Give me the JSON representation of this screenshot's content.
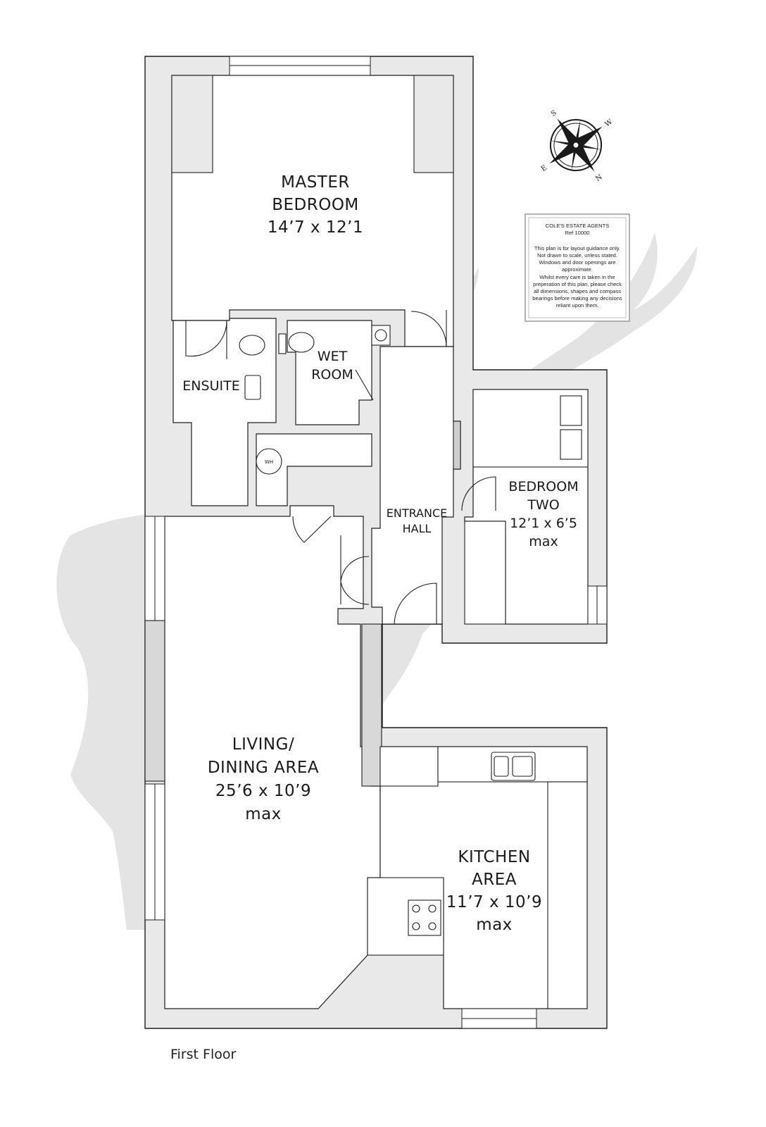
{
  "rooms": {
    "master_bedroom": {
      "line1": "MASTER",
      "line2": "BEDROOM",
      "size": "14’7 x 12’1"
    },
    "ensuite": {
      "name": "ENSUITE"
    },
    "wet_room": {
      "line1": "WET",
      "line2": "ROOM"
    },
    "entrance_hall": {
      "line1": "ENTRANCE",
      "line2": "HALL"
    },
    "bedroom_two": {
      "line1": "BEDROOM",
      "line2": "TWO",
      "size": "12’1 x 6’5",
      "note": "max"
    },
    "living_dining": {
      "line1": "LIVING/",
      "line2": "DINING AREA",
      "size": "25’6 x 10’9",
      "note": "max"
    },
    "kitchen": {
      "line1": "KITCHEN",
      "line2": "AREA",
      "size": "11’7 x 10’9",
      "note": "max"
    }
  },
  "fixtures": {
    "water_heater": "WH"
  },
  "compass": {
    "n": "N",
    "e": "E",
    "s": "S",
    "w": "W"
  },
  "disclaimer": {
    "agent": "COLE'S ESTATE AGENTS",
    "ref": "Ref 10000",
    "lines": [
      "This plan is for layout guidance only.",
      "Not drawn to scale, unless stated.",
      "Windows and door openings are",
      "approximate.",
      "Whilst every care is taken in the",
      "preperation of this plan, please check",
      "all dimensions, shapes and compass",
      "bearings before making any decisions",
      "reliant upon them."
    ]
  },
  "floor_label": "First Floor",
  "colors": {
    "wall": "#e9e9e9",
    "wall_stroke": "#1e1e1e",
    "watermark": "#dddddd",
    "compass": "#1a1a1a"
  }
}
